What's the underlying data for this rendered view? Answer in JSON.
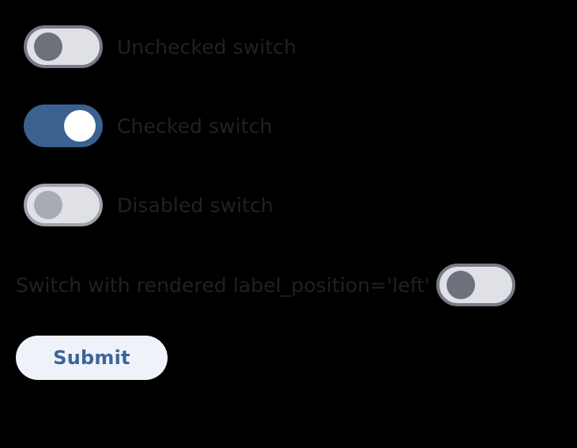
{
  "page": {
    "background_color": "#000000"
  },
  "switches": [
    {
      "id": "unchecked-switch",
      "label": "Unchecked switch",
      "state": "off",
      "checked": false,
      "disabled": false,
      "label_position": "right",
      "track_color": "#dfe1e6",
      "border_color": "#767b86",
      "thumb_color": "#6e717c"
    },
    {
      "id": "checked-switch",
      "label": "Checked switch",
      "state": "on",
      "checked": true,
      "disabled": false,
      "label_position": "right",
      "track_color": "#3a6190",
      "border_color": "#3a6190",
      "thumb_color": "#ffffff"
    },
    {
      "id": "disabled-switch",
      "label": "Disabled switch",
      "state": "off",
      "checked": false,
      "disabled": true,
      "label_position": "right",
      "track_color": "#dfe1e6",
      "border_color": "#9da1aa",
      "thumb_color": "#a8abb3"
    },
    {
      "id": "left-label-switch",
      "label": "Switch with rendered label_position='left'",
      "state": "off",
      "checked": false,
      "disabled": false,
      "label_position": "left",
      "track_color": "#dfe1e6",
      "border_color": "#767b86",
      "thumb_color": "#6e717c"
    }
  ],
  "form": {
    "submit_label": "Submit",
    "submit_background": "#f0f2fa",
    "submit_text_color": "#3a6598"
  },
  "text_color": "#1e2129"
}
